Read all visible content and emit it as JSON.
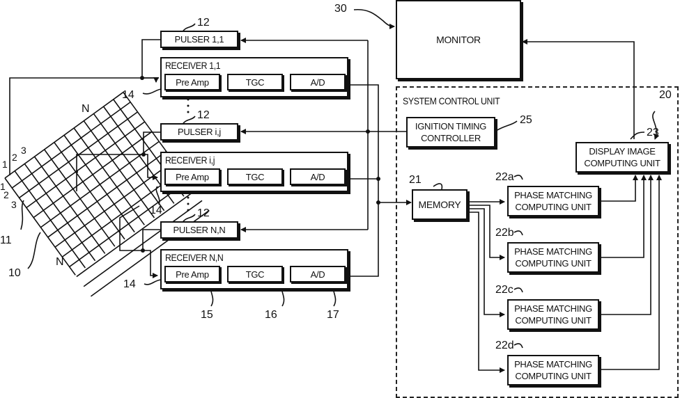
{
  "diagram": {
    "pulsers": [
      {
        "label": "PULSER 1,1",
        "ref": "12"
      },
      {
        "label": "PULSER i,j",
        "ref": "12"
      },
      {
        "label": "PULSER N,N",
        "ref": "12"
      }
    ],
    "receivers": [
      {
        "label": "RECEIVER 1,1",
        "ref": "14",
        "stages": [
          "Pre Amp",
          "TGC",
          "A/D"
        ]
      },
      {
        "label": "RECEIVER i,j",
        "ref": "14",
        "stages": [
          "Pre Amp",
          "TGC",
          "A/D"
        ]
      },
      {
        "label": "RECEIVER N,N",
        "ref": "14",
        "stages": [
          "Pre Amp",
          "TGC",
          "A/D"
        ]
      }
    ],
    "stage_refs": [
      "15",
      "16",
      "17"
    ],
    "array": {
      "ref_array": "10",
      "ref_element": "11",
      "corner_label_top": "N",
      "corner_label_bottom": "N",
      "row_indices": [
        "1",
        "2",
        "3"
      ],
      "col_indices": [
        "1",
        "2",
        "3"
      ]
    },
    "monitor": {
      "label": "MONITOR",
      "ref": "30"
    },
    "system_control_unit": {
      "label": "SYSTEM CONTROL UNIT",
      "ref": "20",
      "ignition": {
        "line1": "IGNITION TIMING",
        "line2": "CONTROLLER",
        "ref": "25"
      },
      "memory": {
        "label": "MEMORY",
        "ref": "21"
      },
      "display": {
        "line1": "DISPLAY IMAGE",
        "line2": "COMPUTING UNIT",
        "ref": "23"
      },
      "phase_units": [
        {
          "line1": "PHASE MATCHING",
          "line2": "COMPUTING UNIT",
          "ref": "22a"
        },
        {
          "line1": "PHASE MATCHING",
          "line2": "COMPUTING UNIT",
          "ref": "22b"
        },
        {
          "line1": "PHASE MATCHING",
          "line2": "COMPUTING UNIT",
          "ref": "22c"
        },
        {
          "line1": "PHASE MATCHING",
          "line2": "COMPUTING UNIT",
          "ref": "22d"
        }
      ]
    }
  }
}
